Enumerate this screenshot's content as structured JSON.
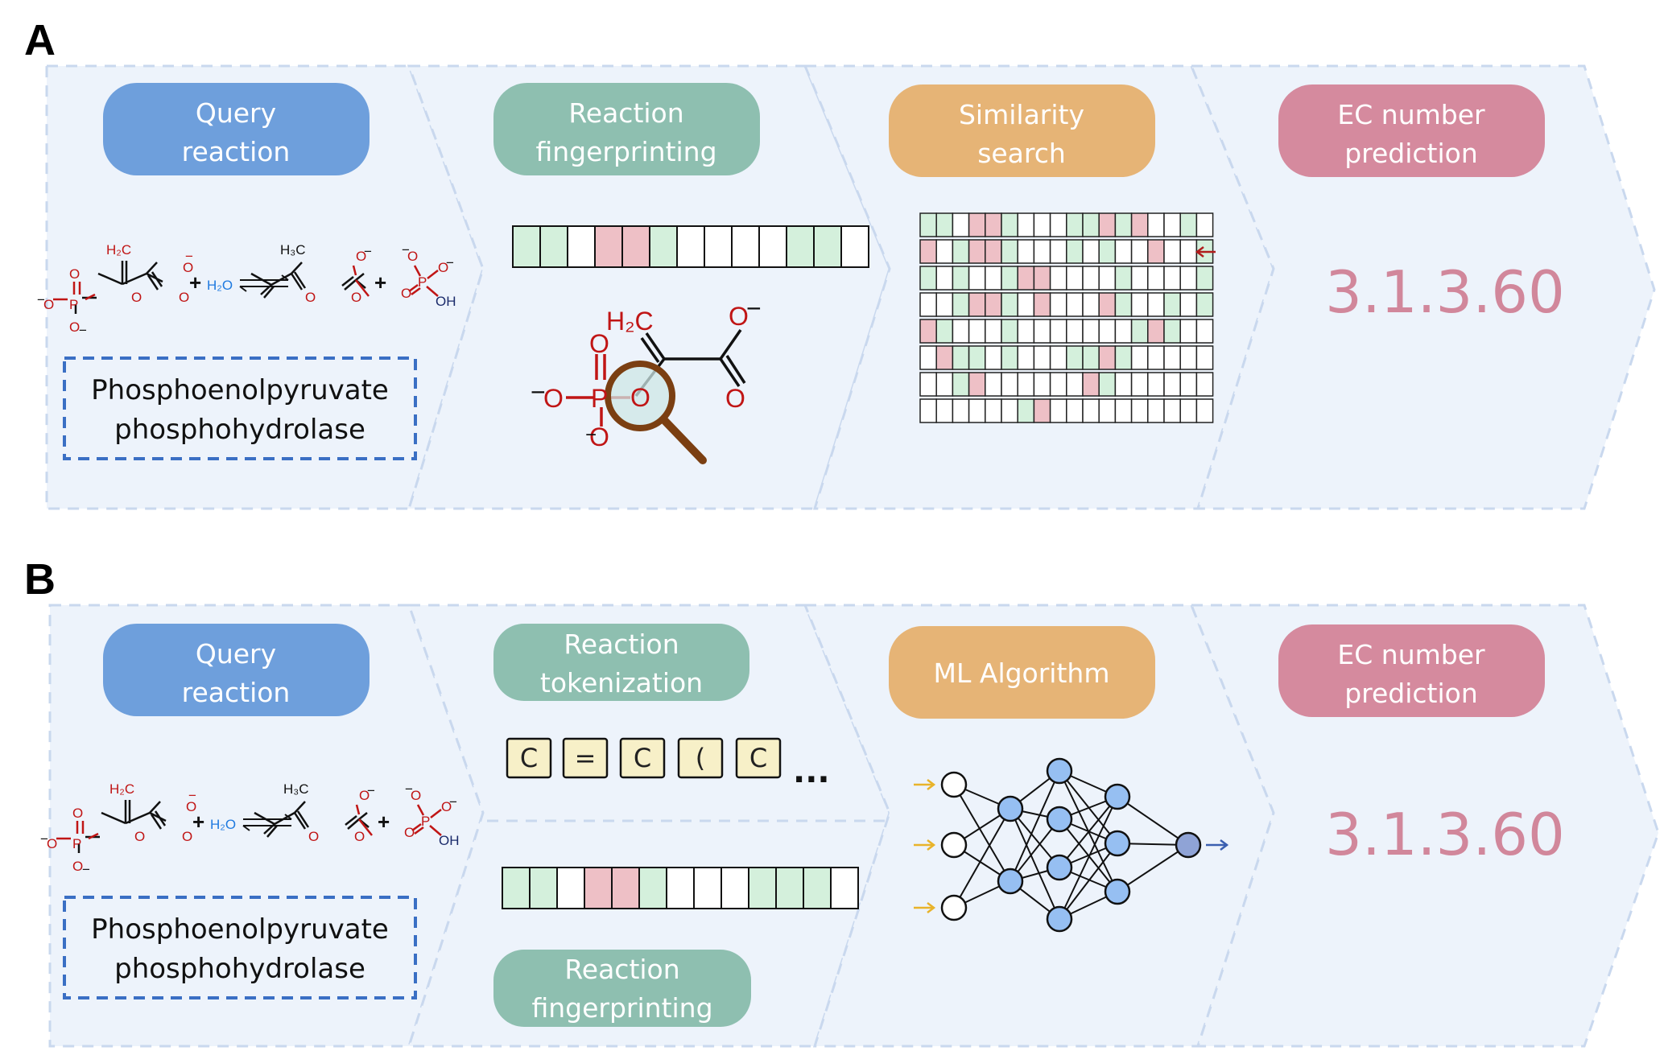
{
  "colors": {
    "panel_bg": "#edf3fb",
    "panel_border": "#c9d8ee",
    "query": "#6e9fdc",
    "fingerprint": "#8ebfb0",
    "search": "#e6b476",
    "ec": "#d58a9e",
    "ec_text": "#d1879b",
    "cell_green": "#d4f0dc",
    "cell_pink": "#eec0c6",
    "neuron": "#96bff2",
    "name_border": "#3a6fc4"
  },
  "panel_a": {
    "label": "A",
    "query_line1": "Query",
    "query_line2": "reaction",
    "enzyme_line1": "Phosphoenolpyruvate",
    "enzyme_line2": "phosphohydrolase",
    "fingerprint_line1": "Reaction",
    "fingerprint_line2": "fingerprinting",
    "search_line1": "Similarity",
    "search_line2": "search",
    "ec_line1": "EC number",
    "ec_line2": "prediction",
    "ec_value": "3.1.3.60",
    "fingerprint_cells": [
      "g",
      "g",
      "w",
      "p",
      "p",
      "g",
      "w",
      "w",
      "w",
      "w",
      "g",
      "g",
      "w"
    ],
    "search_rows": [
      "ggwppgwwwggpgpwwgw",
      "pwgppgwwwgwgwwpwwg",
      "gwgwwgppwwwwgwwwwg",
      "wwgppgwpwwwpgwwgwg",
      "pgwwwgwwwwwwwgpgww",
      "wpggwgwwwggpgwwwww",
      "wwgpwwwwwwpgwwwwww",
      "wwwwwwgpwwwwwwwwww"
    ]
  },
  "panel_b": {
    "label": "B",
    "query_line1": "Query",
    "query_line2": "reaction",
    "enzyme_line1": "Phosphoenolpyruvate",
    "enzyme_line2": "phosphohydrolase",
    "tokenization_line1": "Reaction",
    "tokenization_line2": "tokenization",
    "tokens": [
      "C",
      "=",
      "C",
      "(",
      "C"
    ],
    "ellipsis": "...",
    "fingerprint_line1": "Reaction",
    "fingerprint_line2": "fingerprinting",
    "fingerprint_cells": [
      "g",
      "g",
      "w",
      "p",
      "p",
      "g",
      "w",
      "w",
      "w",
      "g",
      "g",
      "g",
      "w"
    ],
    "ml_label": "ML Algorithm",
    "ec_line1": "EC number",
    "ec_line2": "prediction",
    "ec_value": "3.1.3.60"
  },
  "chem": {
    "h2c": "H₂C",
    "h3c": "H₃C",
    "water": "H₂O",
    "oxygen": "O",
    "phosphorus": "P",
    "hydroxyl": "OH",
    "plus": "+",
    "minus": "−"
  }
}
